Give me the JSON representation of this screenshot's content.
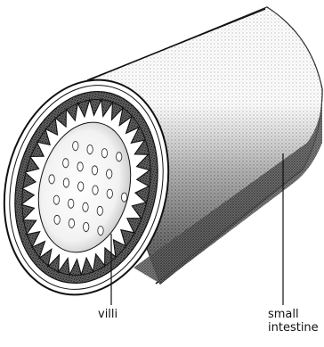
{
  "labels": {
    "villi": "villi",
    "small_intestine_line1": "small",
    "small_intestine_line2": "intestine"
  },
  "colors": {
    "ink": "#111111",
    "background": "#ffffff"
  }
}
